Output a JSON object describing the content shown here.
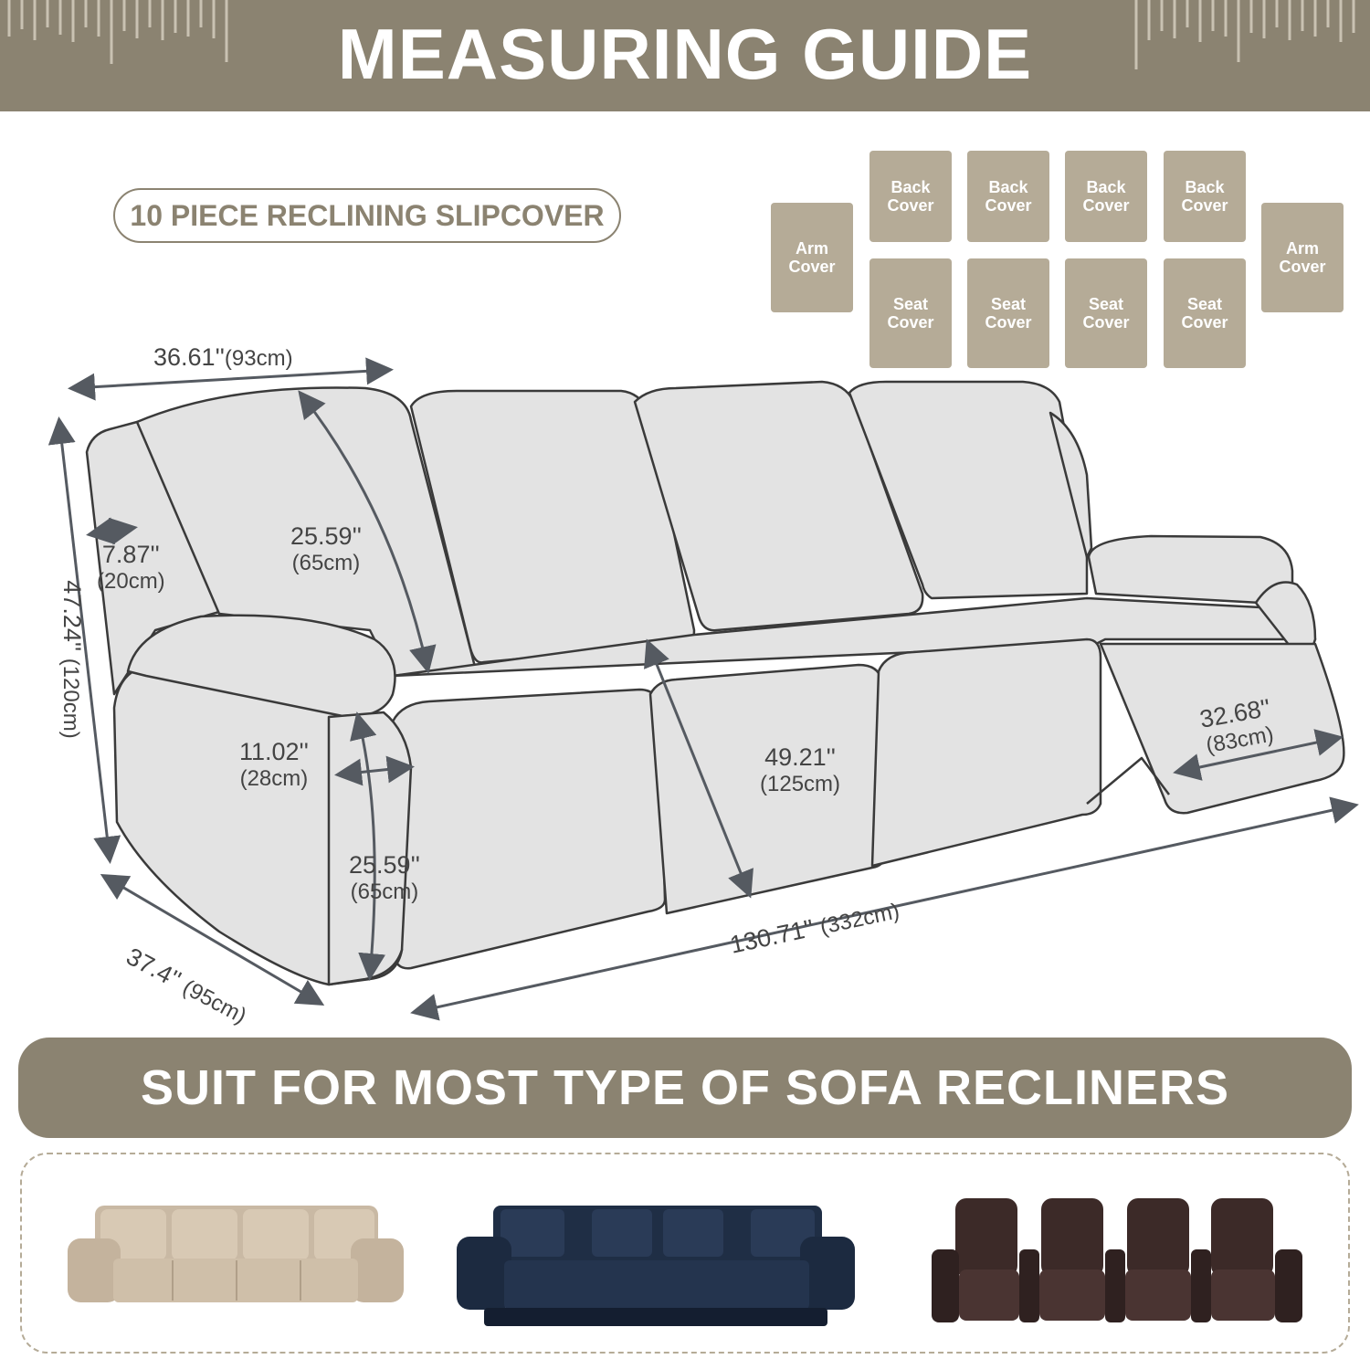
{
  "header": {
    "title": "MEASURING GUIDE"
  },
  "badge": {
    "label": "10 PIECE RECLINING SLIPCOVER"
  },
  "pieces": {
    "arm_left": "Arm Cover",
    "arm_right": "Arm Cover",
    "backs": [
      "Back Cover",
      "Back Cover",
      "Back Cover",
      "Back Cover"
    ],
    "seats": [
      "Seat Cover",
      "Seat Cover",
      "Seat Cover",
      "Seat Cover"
    ]
  },
  "dimensions": {
    "back_width": {
      "in": "36.61''",
      "cm": "(93cm)"
    },
    "back_height": {
      "in": "25.59''",
      "cm": "(65cm)"
    },
    "arm_top": {
      "in": "7.87''",
      "cm": "(20cm)"
    },
    "total_height": {
      "in": "47.24''",
      "cm": "(120cm)"
    },
    "arm_width": {
      "in": "11.02''",
      "cm": "(28cm)"
    },
    "arm_front": {
      "in": "25.59''",
      "cm": "(65cm)"
    },
    "seat_depth": {
      "in": "49.21''",
      "cm": "(125cm)"
    },
    "footrest": {
      "in": "32.68''",
      "cm": "(83cm)"
    },
    "depth": {
      "in": "37.4''",
      "cm": "(95cm)"
    },
    "total_width": {
      "in": "130.71''",
      "cm": "(332cm)"
    }
  },
  "banner": {
    "text": "SUIT FOR MOST TYPE OF SOFA RECLINERS"
  },
  "colors": {
    "brand": "#8b8371",
    "piece": "#b5ab97",
    "sofa_fill": "#e3e3e3",
    "sofa_stroke": "#3a3a3a",
    "arrow": "#555a61"
  }
}
